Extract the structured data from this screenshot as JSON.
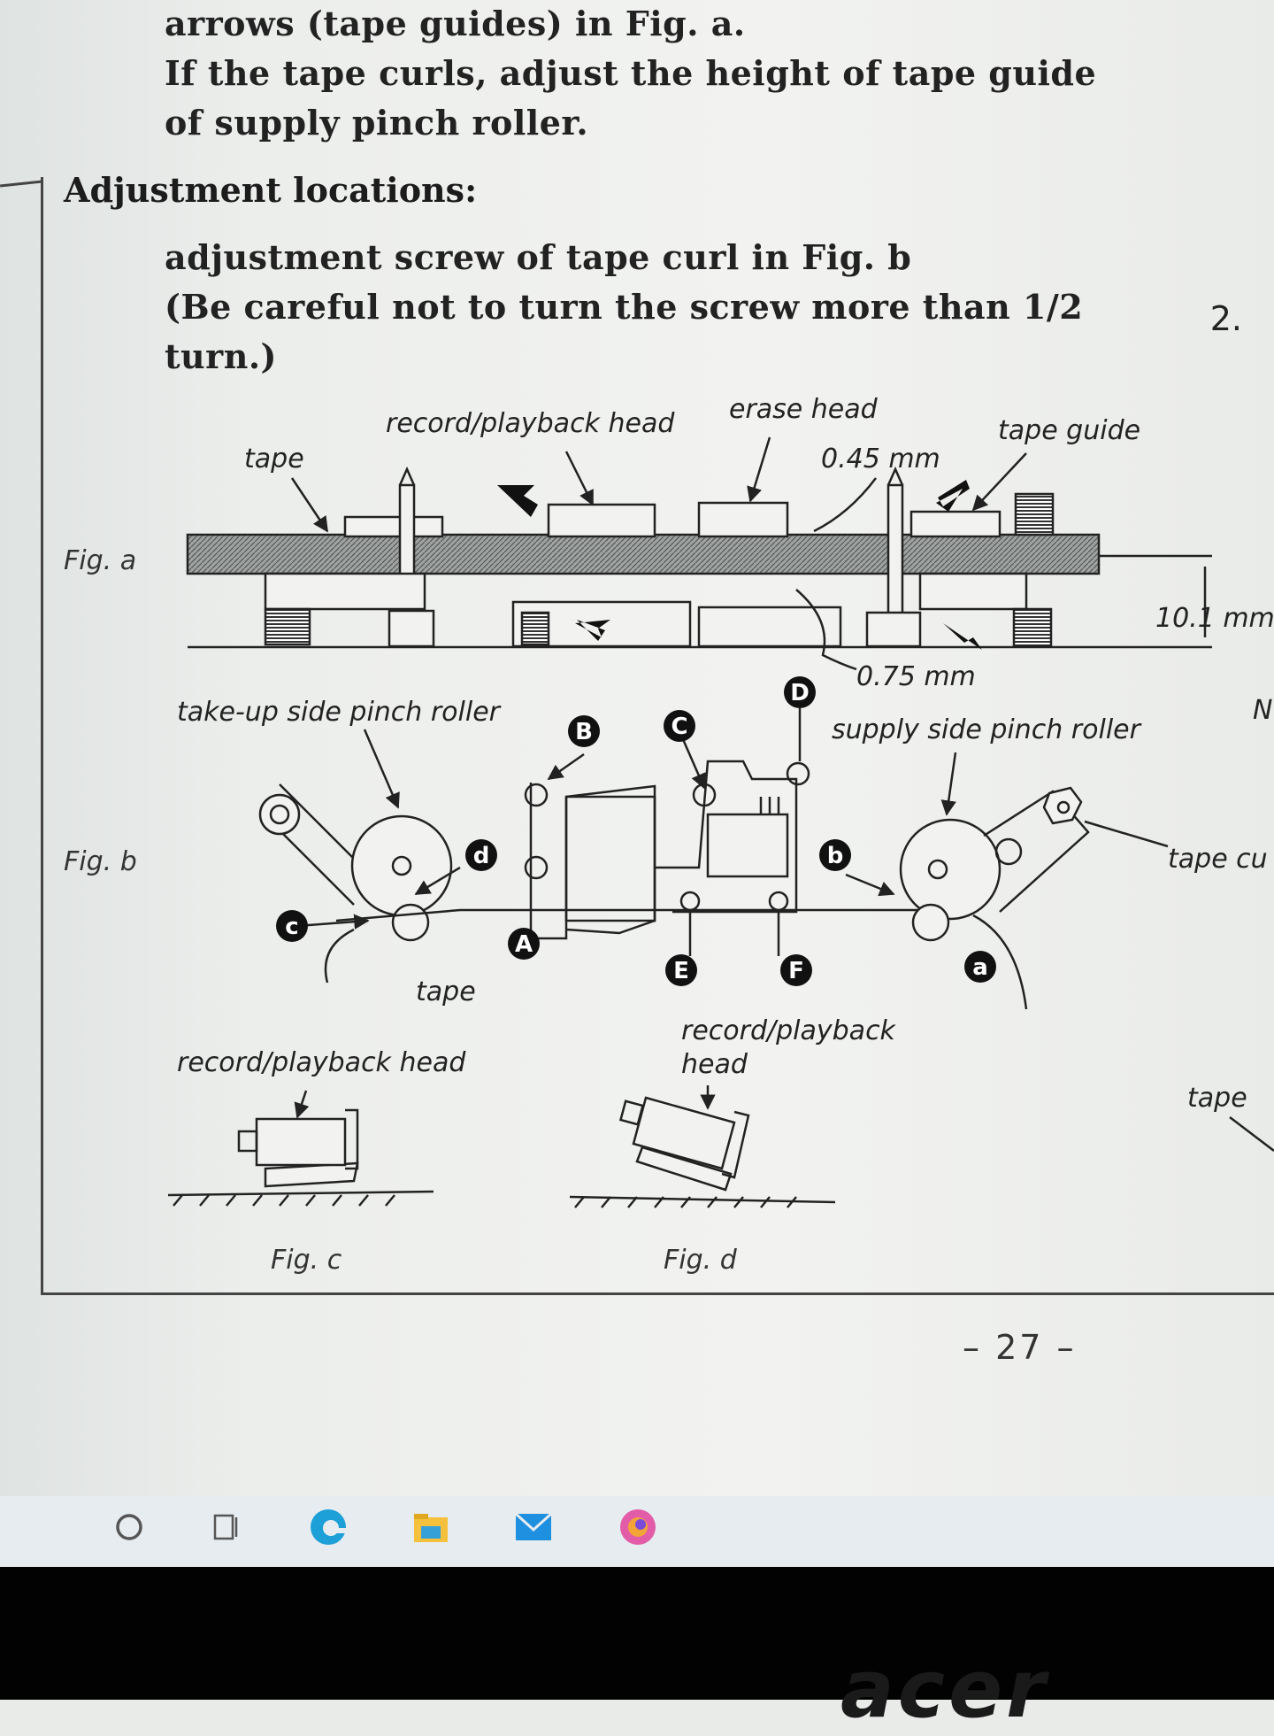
{
  "text": {
    "line1": "arrows (tape guides) in Fig. a.",
    "line2": "If the tape curls, adjust the height of tape guide",
    "line3": "of supply pinch roller.",
    "heading": "Adjustment locations:",
    "line4": "adjustment screw of tape curl in Fig. b",
    "line5": "(Be careful not to turn the screw more than 1/2",
    "line6": "turn.)",
    "step_number": "2.",
    "page_number": "– 27 –"
  },
  "fig_a": {
    "label": "Fig. a",
    "tape": "tape",
    "record_playback_head": "record/playback head",
    "erase_head": "erase head",
    "tape_guide": "tape guide",
    "dim_045": "0.45 mm",
    "dim_101": "10.1 mm",
    "dim_075": "0.75 mm"
  },
  "fig_b": {
    "label": "Fig. b",
    "takeup_roller": "take-up side pinch roller",
    "supply_roller": "supply side pinch roller",
    "tape_curl": "tape cu",
    "tape": "tape",
    "record_playback_head": "record/playback",
    "record_playback_head2": "head",
    "right_edge_letter": "N",
    "letters": {
      "A": "A",
      "B": "B",
      "C": "C",
      "D": "D",
      "E": "E",
      "F": "F",
      "a": "a",
      "b": "b",
      "c": "c",
      "d": "d"
    }
  },
  "fig_c": {
    "label": "Fig. c",
    "record_playback_head": "record/playback head"
  },
  "fig_d": {
    "label": "Fig. d"
  },
  "fig_e_partial": {
    "tape": "tape"
  },
  "taskbar": {
    "icons": [
      "search-icon",
      "task-view-icon",
      "edge-icon",
      "file-explorer-icon",
      "mail-icon",
      "firefox-icon"
    ]
  },
  "bezel": {
    "brand": "acer"
  },
  "colors": {
    "paper": "#eceeec",
    "ink": "#1c1c1c",
    "taskbar": "#e7ecf0",
    "edge": "#1d9fd8",
    "explorer": "#f5c13d",
    "mail": "#1f8fe0",
    "firefox": "#e25ca8"
  }
}
